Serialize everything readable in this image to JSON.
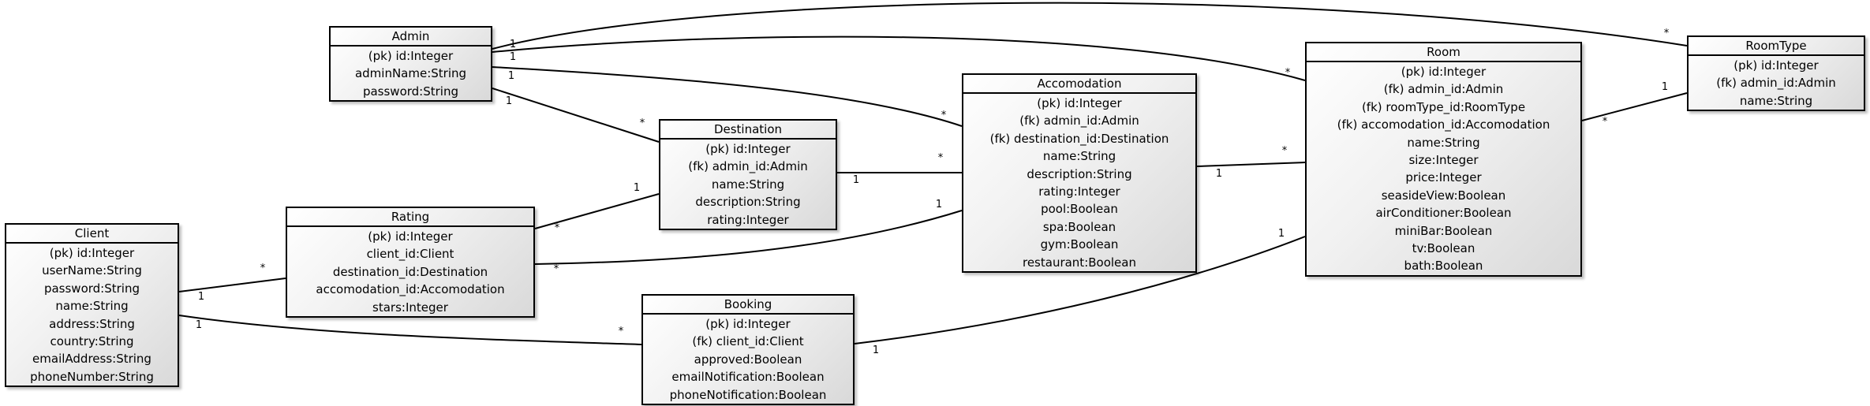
{
  "classes": {
    "admin": {
      "name": "Admin",
      "attrs": [
        "(pk) id:Integer",
        "adminName:String",
        "password:String"
      ]
    },
    "destination": {
      "name": "Destination",
      "attrs": [
        "(pk) id:Integer",
        "(fk) admin_id:Admin",
        "name:String",
        "description:String",
        "rating:Integer"
      ]
    },
    "accomodation": {
      "name": "Accomodation",
      "attrs": [
        "(pk) id:Integer",
        "(fk) admin_id:Admin",
        "(fk) destination_id:Destination",
        "name:String",
        "description:String",
        "rating:Integer",
        "pool:Boolean",
        "spa:Boolean",
        "gym:Boolean",
        "restaurant:Boolean"
      ]
    },
    "room": {
      "name": "Room",
      "attrs": [
        "(pk) id:Integer",
        "(fk) admin_id:Admin",
        "(fk) roomType_id:RoomType",
        "(fk) accomodation_id:Accomodation",
        "name:String",
        "size:Integer",
        "price:Integer",
        "seasideView:Boolean",
        "airConditioner:Boolean",
        "miniBar:Boolean",
        "tv:Boolean",
        "bath:Boolean"
      ]
    },
    "roomtype": {
      "name": "RoomType",
      "attrs": [
        "(pk) id:Integer",
        "(fk) admin_id:Admin",
        "name:String"
      ]
    },
    "client": {
      "name": "Client",
      "attrs": [
        "(pk) id:Integer",
        "userName:String",
        "password:String",
        "name:String",
        "address:String",
        "country:String",
        "emailAddress:String",
        "phoneNumber:String"
      ]
    },
    "rating": {
      "name": "Rating",
      "attrs": [
        "(pk) id:Integer",
        "client_id:Client",
        "destination_id:Destination",
        "accomodation_id:Accomodation",
        "stars:Integer"
      ]
    },
    "booking": {
      "name": "Booking",
      "attrs": [
        "(pk) id:Integer",
        "(fk) client_id:Client",
        "approved:Boolean",
        "emailNotification:Boolean",
        "phoneNotification:Boolean"
      ]
    }
  },
  "edges": [
    {
      "from": "admin",
      "to": "roomtype",
      "from_mult": "1",
      "to_mult": "*"
    },
    {
      "from": "admin",
      "to": "room",
      "from_mult": "1",
      "to_mult": "*"
    },
    {
      "from": "admin",
      "to": "accomodation",
      "from_mult": "1",
      "to_mult": "*"
    },
    {
      "from": "admin",
      "to": "destination",
      "from_mult": "1",
      "to_mult": "*"
    },
    {
      "from": "destination",
      "to": "accomodation",
      "from_mult": "1",
      "to_mult": "*"
    },
    {
      "from": "destination",
      "to": "rating",
      "from_mult": "1",
      "to_mult": "*"
    },
    {
      "from": "accomodation",
      "to": "rating",
      "from_mult": "1",
      "to_mult": "*"
    },
    {
      "from": "accomodation",
      "to": "room",
      "from_mult": "1",
      "to_mult": "*"
    },
    {
      "from": "roomtype",
      "to": "room",
      "from_mult": "1",
      "to_mult": "*"
    },
    {
      "from": "client",
      "to": "rating",
      "from_mult": "1",
      "to_mult": "*"
    },
    {
      "from": "client",
      "to": "booking",
      "from_mult": "1",
      "to_mult": "*"
    },
    {
      "from": "room",
      "to": "booking",
      "from_mult": "1",
      "to_mult": "1"
    }
  ]
}
